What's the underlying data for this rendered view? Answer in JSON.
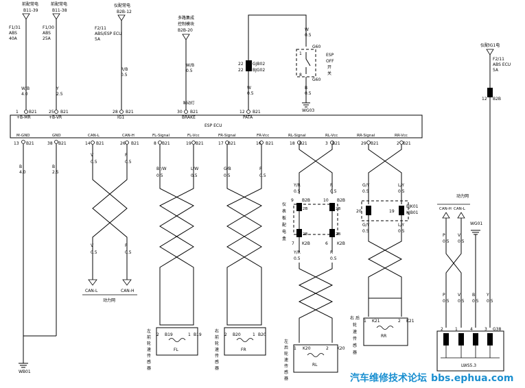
{
  "fuses": [
    {
      "id": "f1",
      "supply": "前配常电",
      "pin": "B11-39",
      "fuse": "F1/31",
      "desc1": "ABS",
      "desc2": "40A"
    },
    {
      "id": "f2",
      "supply": "前配常电",
      "pin": "B11-38",
      "fuse": "F1/30",
      "desc1": "ABS",
      "desc2": "25A"
    },
    {
      "id": "f3",
      "supply": "仪配常电",
      "pin": "B2B-12",
      "fuse": "F2/11",
      "desc1": "ABS/ESP ECU",
      "desc2": "5A"
    },
    {
      "id": "f4",
      "supply": "仪配IG1电",
      "pin": "",
      "fuse": "F2/11",
      "desc1": "ABS ECU",
      "desc2": "5A"
    }
  ],
  "multifunction": {
    "line1": "多路集成",
    "line2": "控制模块",
    "pin": "B2B-20"
  },
  "top_wires": [
    {
      "id": "tw1",
      "color": "W/B",
      "size": "4.0"
    },
    {
      "id": "tw2",
      "color": "Y",
      "size": "2.5"
    },
    {
      "id": "tw3",
      "color": "R/B",
      "size": "0.5"
    },
    {
      "id": "tw4",
      "color": "W/B",
      "size": "0.5"
    },
    {
      "id": "tw5",
      "color": "W",
      "size": "0.5"
    },
    {
      "id": "tw6",
      "color": "W",
      "size": "0.5"
    },
    {
      "id": "tw7",
      "color": "B",
      "size": "0.5"
    }
  ],
  "esp_switch": {
    "label1": "ESP",
    "label2": "OFF",
    "label3": "开",
    "label4": "关",
    "conn_top": "G60",
    "conn_bot": "G60",
    "pin1": "1",
    "pin2": "8",
    "ground": "WG03"
  },
  "connector_gjb": {
    "pin_a": "22",
    "name_a": "GJB02",
    "pin_b": "22",
    "name_b": "BJG02"
  },
  "ecu": {
    "title": "ESP ECU",
    "top_pins": [
      {
        "num": "1",
        "conn": "B21",
        "name": "+B-MR"
      },
      {
        "num": "25",
        "conn": "B21",
        "name": "+B-VR"
      },
      {
        "num": "28",
        "conn": "B21",
        "name": "IG1"
      },
      {
        "num": "30",
        "conn": "B21",
        "name": "BRAKE"
      },
      {
        "num": "12",
        "conn": "B21",
        "name": "PATA"
      }
    ],
    "brake_sub": "制动灯",
    "bottom_pins": [
      {
        "num": "13",
        "conn": "B21",
        "name": "M-GND"
      },
      {
        "num": "38",
        "conn": "B21",
        "name": "GND"
      },
      {
        "num": "14",
        "conn": "B21",
        "name": "CAN-L"
      },
      {
        "num": "26",
        "conn": "B21",
        "name": "CAN-H"
      },
      {
        "num": "8",
        "conn": "B21",
        "name": "FL-Signal"
      },
      {
        "num": "19",
        "conn": "B21",
        "name": "FL-Vcc"
      },
      {
        "num": "17",
        "conn": "B21",
        "name": "FR-Signal"
      },
      {
        "num": "16",
        "conn": "B21",
        "name": "FR-Vcc"
      },
      {
        "num": "18",
        "conn": "B21",
        "name": "RL-Signal"
      },
      {
        "num": "3",
        "conn": "B21",
        "name": "RL-Vcc"
      },
      {
        "num": "29",
        "conn": "B21",
        "name": "RR-Signal"
      },
      {
        "num": "2",
        "conn": "B21",
        "name": "RR-Vcc"
      }
    ]
  },
  "bottom_wires": [
    {
      "id": "bw1",
      "color": "B",
      "size": "4.0"
    },
    {
      "id": "bw2",
      "color": "B",
      "size": "2.5"
    },
    {
      "id": "bw3",
      "color": "V",
      "size": "0.5"
    },
    {
      "id": "bw4",
      "color": "P",
      "size": "0.5"
    },
    {
      "id": "bw5",
      "color": "Br/W",
      "size": "0.5"
    },
    {
      "id": "bw6",
      "color": "L/W",
      "size": "0.5"
    },
    {
      "id": "bw7",
      "color": "G/B",
      "size": "0.5"
    },
    {
      "id": "bw8",
      "color": "P",
      "size": "0.5"
    },
    {
      "id": "bw9",
      "color": "Y/R",
      "size": "0.5"
    },
    {
      "id": "bw10",
      "color": "R",
      "size": "0.5"
    },
    {
      "id": "bw11",
      "color": "G/Y",
      "size": "0.5"
    },
    {
      "id": "bw12",
      "color": "L/Y",
      "size": "0.5"
    }
  ],
  "can_bus": {
    "wire_l": "V",
    "wire_h": "P",
    "size": "0.5",
    "label_l": "CAN-L",
    "label_h": "CAN-H",
    "network": "动力网"
  },
  "ground_main": "WB01",
  "sensors": [
    {
      "id": "fl",
      "label": "FL",
      "conn_a": "2",
      "conn_b": "1",
      "conn": "B19",
      "desc": [
        "左",
        "前",
        "轮",
        "速",
        "传",
        "感",
        "器"
      ]
    },
    {
      "id": "fr",
      "label": "FR",
      "conn_a": "2",
      "conn_b": "1",
      "conn": "B20",
      "desc": [
        "右",
        "前",
        "轮",
        "速",
        "传",
        "感",
        "器"
      ]
    },
    {
      "id": "rl",
      "label": "RL",
      "conn_a": "1",
      "conn_b": "2",
      "conn": "K20",
      "desc": [
        "左",
        "后",
        "轮",
        "速",
        "传",
        "感",
        "器"
      ]
    },
    {
      "id": "rr",
      "label": "RR",
      "conn_a": "1",
      "conn_b": "2",
      "conn": "K21",
      "desc": [
        "右",
        "后",
        "轮",
        "速",
        "传",
        "感",
        "器"
      ]
    }
  ],
  "rl_junction": {
    "top_pins": [
      {
        "num": "9",
        "conn": "B2B"
      },
      {
        "num": "10",
        "conn": "B2B"
      }
    ],
    "in_top": "2B",
    "in_bot": "2B",
    "bot_pins": [
      {
        "num": "7",
        "conn": "K2B"
      },
      {
        "num": "6",
        "conn": "K2B"
      }
    ],
    "label": [
      "仪",
      "表",
      "板",
      "配",
      "电",
      "盒"
    ],
    "wire_l": "Y/R",
    "wire_r": "R",
    "size": "0.5"
  },
  "rr_junction": {
    "pin_l": "20",
    "pin_r": "19",
    "name_a": "BJK01",
    "name_b": "KJB01",
    "wire_l": "G/Y",
    "wire_r": "L/Y",
    "size": "0.5"
  },
  "lws": {
    "name": "LWS5.3",
    "conn": "G38",
    "pins": [
      "2",
      "1",
      "4",
      "3"
    ],
    "network": "动力网",
    "can_h": "CAN-H",
    "can_l": "CAN-L",
    "ground": "WG01",
    "wires": [
      {
        "color": "P",
        "size": "0.5"
      },
      {
        "color": "V",
        "size": "0.5"
      },
      {
        "color": "B",
        "size": "0.5"
      },
      {
        "color": "Y",
        "size": "0.5"
      }
    ],
    "pin_top": "12",
    "conn_top": "B2B"
  },
  "watermark": "汽车维修技术论坛",
  "watermark_url": "bbs.ephua.com"
}
